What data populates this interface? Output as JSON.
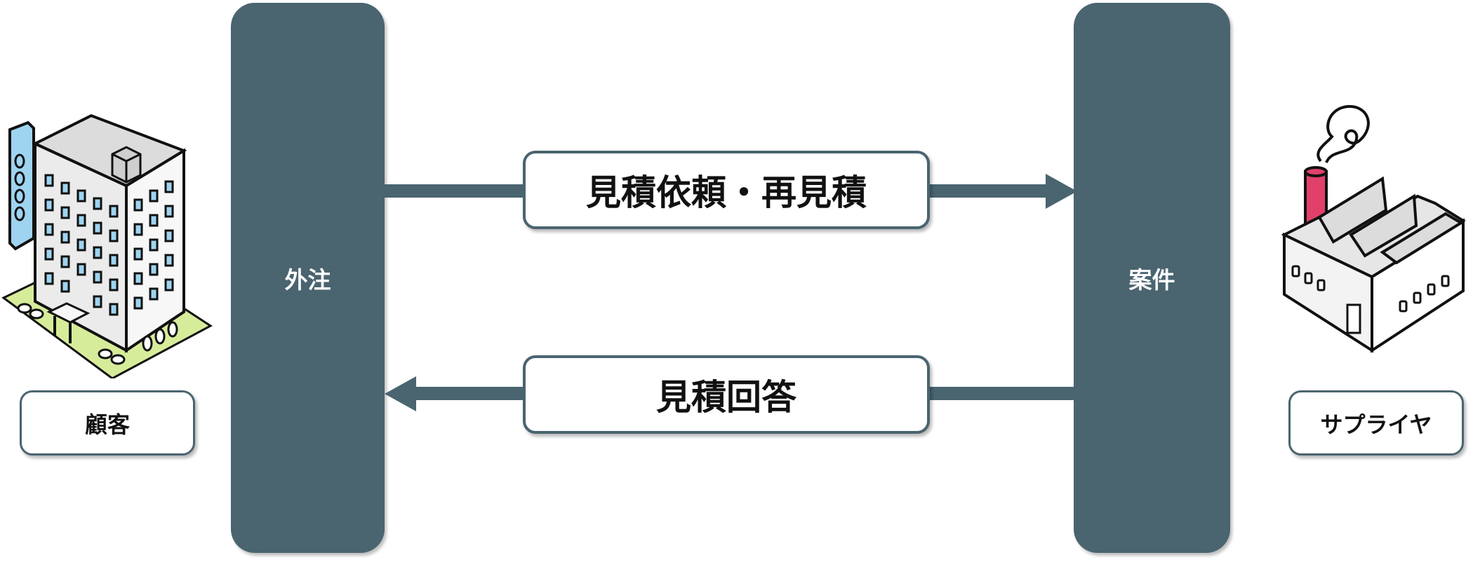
{
  "bars": {
    "left_label": "外注",
    "right_label": "案件"
  },
  "flows": {
    "request_label": "見積依頼・再見積",
    "reply_label": "見積回答"
  },
  "parties": {
    "customer_label": "顧客",
    "supplier_label": "サプライヤ"
  },
  "colors": {
    "bar": "#4a6470",
    "chimney": "#e0406a",
    "window_blue": "#9ed4f0",
    "grass": "#d7ec9a"
  },
  "icons": {
    "customer": "office-building-icon",
    "supplier": "factory-icon"
  }
}
